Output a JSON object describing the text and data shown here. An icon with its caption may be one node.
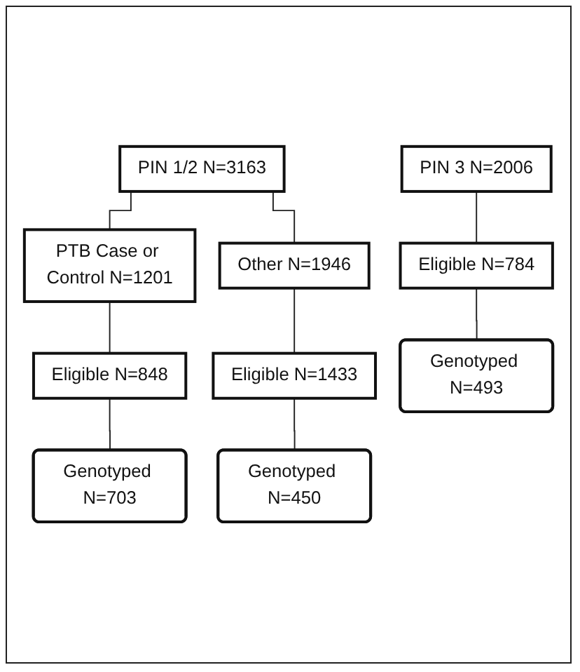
{
  "diagram": {
    "nodes": [
      {
        "text": [
          "PIN 1/2 N=3163"
        ]
      },
      {
        "text": [
          "PIN 3 N=2006"
        ]
      },
      {
        "text": [
          "PTB Case or Control N=1201"
        ]
      },
      {
        "text": [
          "Other N=1946"
        ]
      },
      {
        "text": [
          "Eligible N=784"
        ]
      },
      {
        "text": [
          "Eligible N=848"
        ]
      },
      {
        "text": [
          "Eligible N=1433"
        ]
      },
      {
        "text": [
          "Genotyped N=493"
        ]
      },
      {
        "text": [
          "Genotyped N=703"
        ]
      },
      {
        "text": [
          "Genotyped N=450"
        ]
      }
    ],
    "edges": [
      {
        "from": 0,
        "to": 2,
        "arrow": "none"
      },
      {
        "from": 0,
        "to": 3,
        "arrow": "none"
      },
      {
        "from": 1,
        "to": 4,
        "arrow": "none"
      },
      {
        "from": 2,
        "to": 5,
        "arrow": "none"
      },
      {
        "from": 3,
        "to": 6,
        "arrow": "none"
      },
      {
        "from": 4,
        "to": 7,
        "arrow": "none"
      },
      {
        "from": 5,
        "to": 8,
        "arrow": "none"
      },
      {
        "from": 6,
        "to": 9,
        "arrow": "none"
      }
    ]
  }
}
